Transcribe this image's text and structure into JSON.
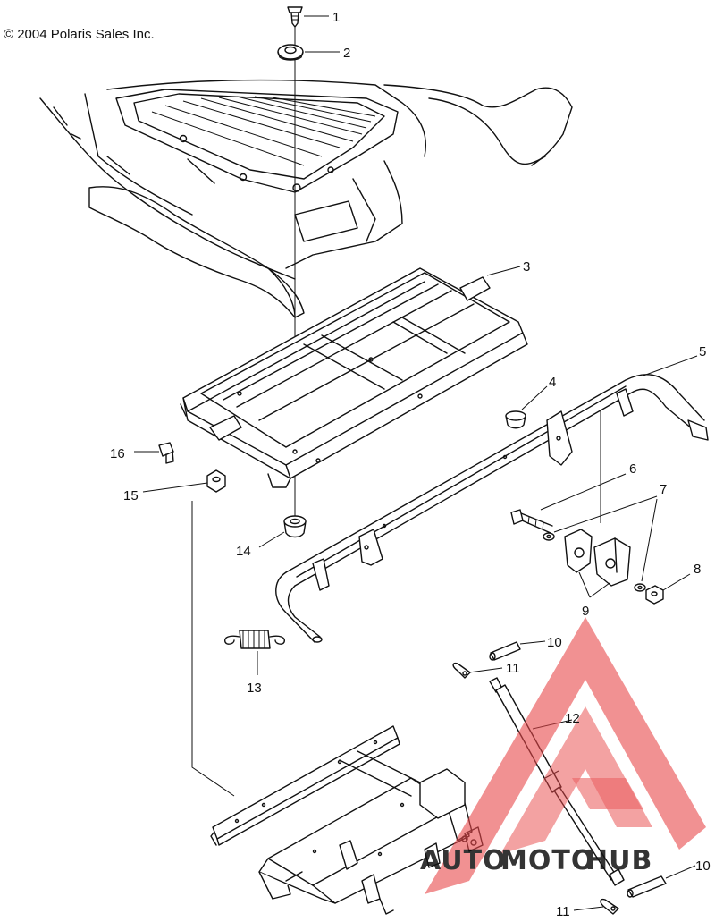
{
  "copyright": "© 2004 Polaris Sales Inc.",
  "callouts": [
    {
      "id": "c1",
      "label": "1"
    },
    {
      "id": "c2",
      "label": "2"
    },
    {
      "id": "c3",
      "label": "3"
    },
    {
      "id": "c4",
      "label": "4"
    },
    {
      "id": "c5",
      "label": "5"
    },
    {
      "id": "c6",
      "label": "6"
    },
    {
      "id": "c7",
      "label": "7"
    },
    {
      "id": "c8",
      "label": "8"
    },
    {
      "id": "c9",
      "label": "9"
    },
    {
      "id": "c10a",
      "label": "10"
    },
    {
      "id": "c10b",
      "label": "10"
    },
    {
      "id": "c11a",
      "label": "11"
    },
    {
      "id": "c11b",
      "label": "11"
    },
    {
      "id": "c12",
      "label": "12"
    },
    {
      "id": "c13",
      "label": "13"
    },
    {
      "id": "c14",
      "label": "14"
    },
    {
      "id": "c15",
      "label": "15"
    },
    {
      "id": "c16",
      "label": "16"
    }
  ],
  "watermark": {
    "part1": "AUTO",
    "part2": "MOTO",
    "part3": "HUB",
    "color_light": "#f2c89a",
    "color_red": "#e8474a",
    "color_gray": "#8c8c8c"
  }
}
